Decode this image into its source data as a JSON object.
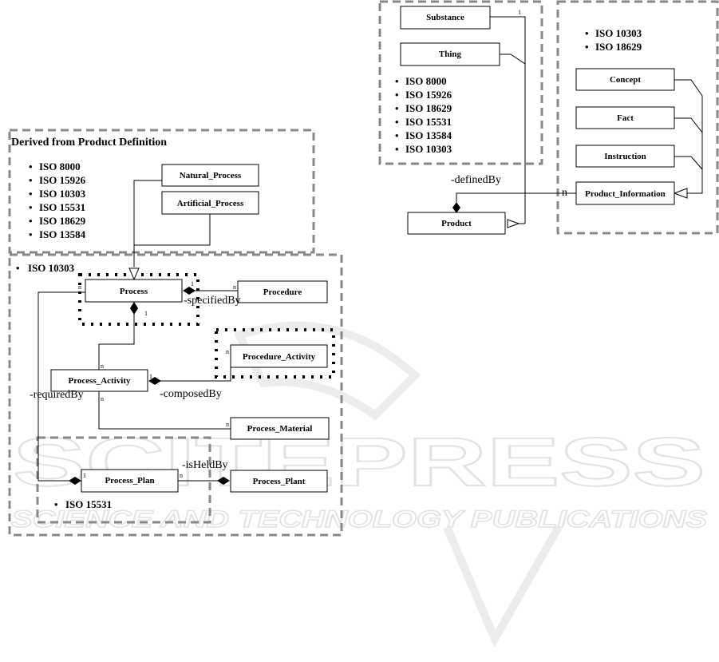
{
  "watermark": {
    "main": "SCITEPRESS",
    "sub": "SCIENCE AND TECHNOLOGY PUBLICATIONS"
  },
  "zones": {
    "product_definition": {
      "title": "Derived from Product Definition",
      "standards": [
        "ISO 8000",
        "ISO 15926",
        "ISO 10303",
        "ISO 15531",
        "ISO 18629",
        "ISO 13584"
      ]
    },
    "iso10303": {
      "standards": [
        "ISO 10303"
      ]
    },
    "iso15531": {
      "standards": [
        "ISO 15531"
      ]
    },
    "substance_thing": {
      "standards": [
        "ISO 8000",
        "ISO 15926",
        "ISO 18629",
        "ISO 15531",
        "ISO 13584",
        "ISO 10303"
      ]
    },
    "information": {
      "standards": [
        "ISO 10303",
        "ISO 18629"
      ]
    }
  },
  "classes": {
    "natural_process": "Natural_Process",
    "artificial_process": "Artificial_Process",
    "process": "Process",
    "procedure": "Procedure",
    "procedure_activity": "Procedure_Activity",
    "process_activity": "Process_Activity",
    "process_material": "Process_Material",
    "process_plan": "Process_Plan",
    "process_plant": "Process_Plant",
    "substance": "Substance",
    "thing": "Thing",
    "product": "Product",
    "concept": "Concept",
    "fact": "Fact",
    "instruction": "Instruction",
    "product_information": "Product_Information"
  },
  "roles": {
    "specified_by": "-specifiedBy",
    "composed_by": "-composedBy",
    "required_by": "-requiredBy",
    "is_held_by": "-isHeldBy",
    "defined_by": "-definedBy"
  },
  "multiplicities": {
    "one": "1",
    "many": "n"
  }
}
